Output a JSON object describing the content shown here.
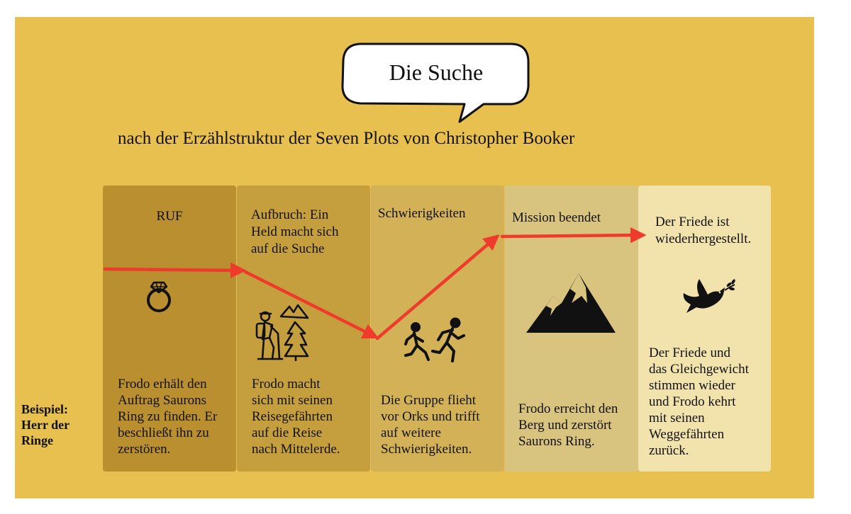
{
  "title": "Die Suche",
  "subtitle": "nach der  Erzählstruktur der Seven Plots von Christopher Booker",
  "example_label": "Beispiel:\nHerr der\nRinge",
  "stages": [
    {
      "label": "RUF",
      "icon": "ring-icon",
      "description": "Frodo erhält den\nAuftrag Saurons\nRing zu finden. Er\nbeschließt ihn zu\nzerstören."
    },
    {
      "label": "Aufbruch: Ein\nHeld macht sich\nauf die Suche",
      "icon": "hiker-icon",
      "description": "Frodo macht\nsich mit seinen\nReisegefährten\nauf die Reise\nnach Mittelerde."
    },
    {
      "label": "Schwierigkeiten",
      "icon": "running-people-icon",
      "description": "Die Gruppe flieht\nvor Orks und trifft\nauf weitere\nSchwierigkeiten."
    },
    {
      "label": "Mission beendet",
      "icon": "mountain-icon",
      "description": "Frodo erreicht den\nBerg und zerstört\nSaurons Ring."
    },
    {
      "label": "Der Friede ist\nwiederhergestellt.",
      "icon": "dove-icon",
      "description": "Der Friede und\ndas Gleichgewicht\nstimmen wieder\nund Frodo kehrt\nmit seinen\nWeggefährten\nzurück."
    }
  ],
  "colors": {
    "background": "#e8c04f",
    "arrow": "#ee3b2b",
    "columns": [
      "#b98f2f",
      "#c59f3d",
      "#d3b257",
      "#d9c47f",
      "#f2e3ad"
    ]
  }
}
